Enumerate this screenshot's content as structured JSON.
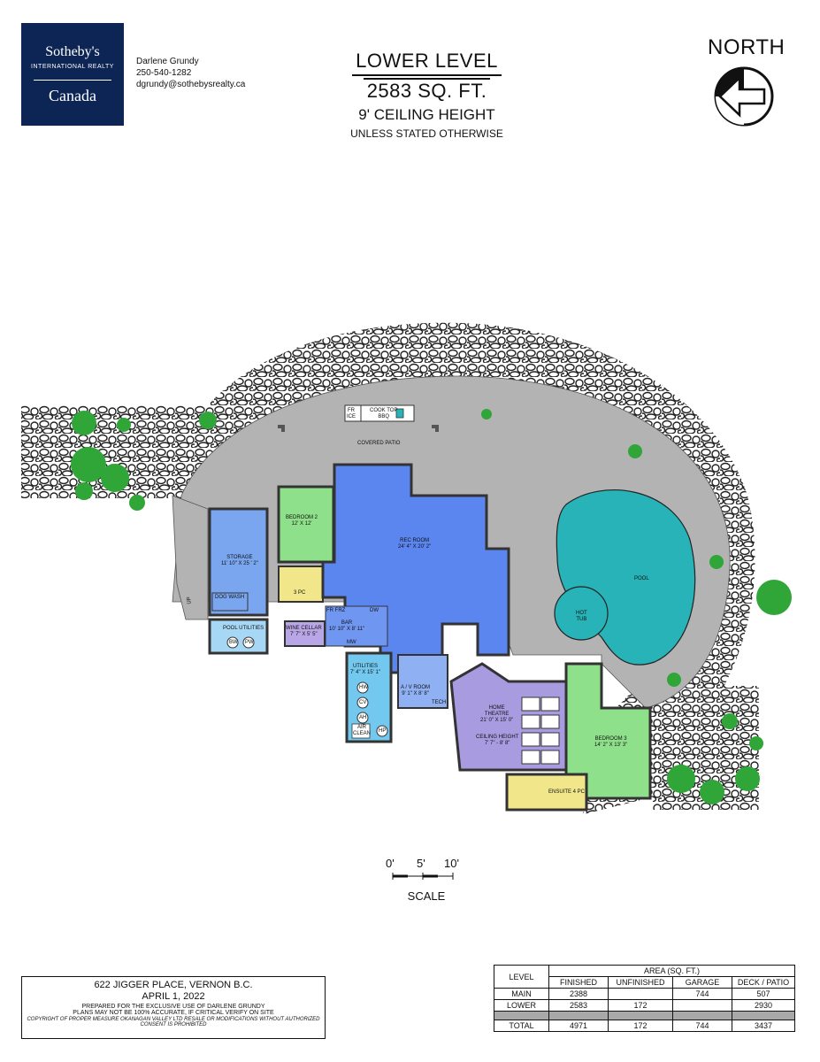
{
  "logo": {
    "brand": "Sotheby's",
    "sub": "INTERNATIONAL REALTY",
    "country": "Canada"
  },
  "agent": {
    "name": "Darlene Grundy",
    "phone": "250-540-1282",
    "email": "dgrundy@sothebysrealty.ca"
  },
  "title": {
    "level": "LOWER LEVEL",
    "area": "2583 SQ. FT.",
    "ceiling": "9' CEILING HEIGHT",
    "note": "UNLESS STATED OTHERWISE"
  },
  "north": "NORTH",
  "labels": {
    "covered_patio": "COVERED PATIO",
    "fr_ice": [
      "FR",
      "ICE"
    ],
    "cook_top": [
      "COOK TOP",
      "BBQ"
    ],
    "bedroom2": [
      "BEDROOM 2",
      "12' X 12'"
    ],
    "storage": [
      "STORAGE",
      "11' 10\" X 25 ' 2\""
    ],
    "rec_room": [
      "REC ROOM",
      "24' 4\" X 20' 2\""
    ],
    "pool": "POOL",
    "hot_tub": [
      "HOT",
      "TUB"
    ],
    "three_pc": "3 PC",
    "dog_wash": "DOG WASH",
    "pool_utilities": "POOL UTILITIES",
    "bw": "BW",
    "pw": "PW",
    "fr_frz": "FR FRZ",
    "dw": "DW",
    "wine_cellar": [
      "WINE CELLAR",
      "7' 7\" X 5' 5\""
    ],
    "bar": [
      "BAR",
      "10' 10\" X 8' 11\""
    ],
    "mw": "MW",
    "utilities": [
      "UTILITIES",
      "7' 4\" X 15' 1\""
    ],
    "hw": "HW",
    "cv": "CV",
    "ah": "AH",
    "air_clean": [
      "AIR",
      "CLEAN"
    ],
    "hp": "HP",
    "av_room": [
      "A / V ROOM",
      "9' 1\" X 8' 8\""
    ],
    "tech": "TECH",
    "home_theatre": [
      "HOME",
      "THEATRE",
      "21' 0\" X 15' 0\""
    ],
    "ceiling_height": [
      "CEILING HEIGHT",
      "7' 7\" - 8' 8\""
    ],
    "bedroom3": [
      "BEDROOM 3",
      "14' 2\" X 13' 3\""
    ],
    "ensuite": "ENSUITE 4 PC",
    "up": "UP"
  },
  "scale": {
    "n0": "0'",
    "n5": "5'",
    "n10": "10'",
    "label": "SCALE"
  },
  "address": {
    "street": "622 JIGGER PLACE, VERNON B.C.",
    "date": "APRIL 1, 2022",
    "prepared": "PREPARED FOR THE EXCLUSIVE USE OF DARLENE GRUNDY",
    "accuracy": "PLANS MAY NOT BE 100% ACCURATE, IF CRITICAL VERIFY ON SITE",
    "copyright": "COPYRIGHT OF PROPER MEASURE OKANAGAN VALLEY LTD  RESALE OR MODIFICATIONS WITHOUT AUTHORIZED",
    "consent": "CONSENT IS PROHIBITED"
  },
  "area_table": {
    "level_header": "LEVEL",
    "area_header": "AREA (SQ. FT.)",
    "columns": [
      "FINISHED",
      "UNFINISHED",
      "GARAGE",
      "DECK / PATIO"
    ],
    "rows": [
      {
        "level": "MAIN",
        "finished": "2388",
        "unfinished": "",
        "garage": "744",
        "deck": "507"
      },
      {
        "level": "LOWER",
        "finished": "2583",
        "unfinished": "172",
        "garage": "",
        "deck": "2930"
      }
    ],
    "total": {
      "level": "TOTAL",
      "finished": "4971",
      "unfinished": "172",
      "garage": "744",
      "deck": "3437"
    }
  },
  "colors": {
    "patio": "#b3b3b3",
    "rec_room": "#5b86f0",
    "storage": "#7aa6f0",
    "bedroom": "#8ee08a",
    "pool": "#27b3b8",
    "theatre": "#a89be0",
    "bath": "#f1e78a",
    "utilities": "#72c8ee",
    "wine": "#b8a6e6",
    "tree": "#2fa637",
    "rock": "#333333"
  }
}
